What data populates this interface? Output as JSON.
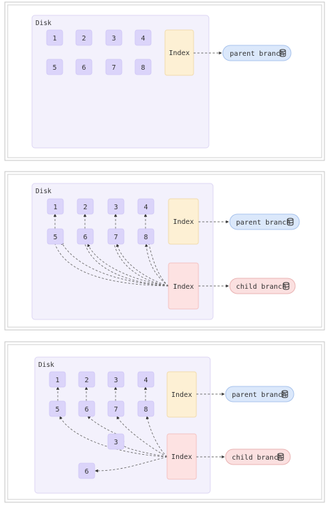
{
  "panels": [
    {
      "disk_label": "Disk",
      "pages_top": [
        "1",
        "2",
        "3",
        "4"
      ],
      "pages_bottom": [
        "5",
        "6",
        "7",
        "8"
      ],
      "parent_index_label": "Index",
      "parent_branch_label": "parent branch",
      "parent_branch_icon": "database-icon"
    },
    {
      "disk_label": "Disk",
      "pages_top": [
        "1",
        "2",
        "3",
        "4"
      ],
      "pages_bottom": [
        "5",
        "6",
        "7",
        "8"
      ],
      "parent_index_label": "Index",
      "child_index_label": "Index",
      "parent_branch_label": "parent branch",
      "child_branch_label": "child branch",
      "parent_branch_icon": "database-icon",
      "child_branch_icon": "database-icon"
    },
    {
      "disk_label": "Disk",
      "pages_top": [
        "1",
        "2",
        "3",
        "4"
      ],
      "pages_bottom": [
        "5",
        "6",
        "7",
        "8"
      ],
      "new_pages": [
        "3",
        "6"
      ],
      "parent_index_label": "Index",
      "child_index_label": "Index",
      "parent_branch_label": "parent branch",
      "child_branch_label": "child branch",
      "parent_branch_icon": "database-icon",
      "child_branch_icon": "database-icon"
    }
  ],
  "colors": {
    "page": "#dbd4fa",
    "disk": "#f3f1fc",
    "parent_index": "#fdf0d4",
    "child_index": "#fde2e2",
    "parent_branch": "#dbe8fb",
    "child_branch": "#fbe0e0"
  }
}
